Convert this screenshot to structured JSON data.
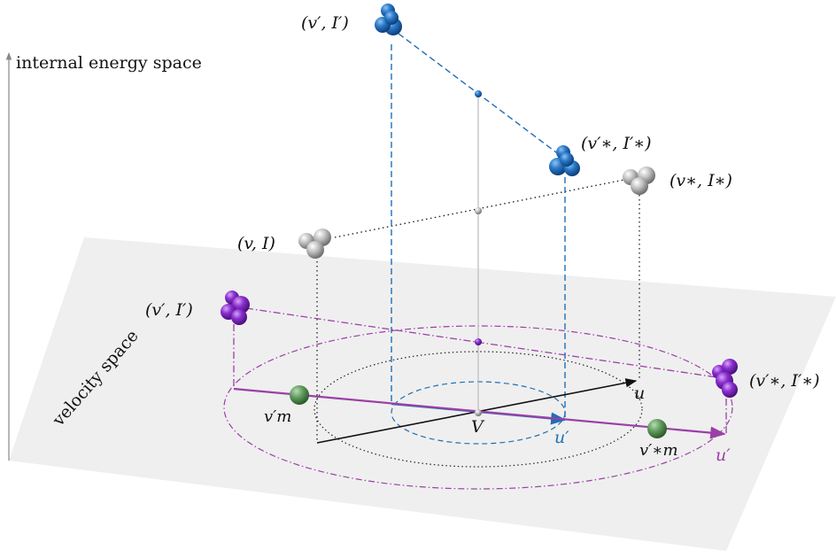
{
  "labels": {
    "axis_internal": "internal energy space",
    "axis_velocity": "velocity space",
    "pre_1": "(v, I)",
    "pre_2": "(v∗, I∗)",
    "post_1": "(v′, I′)",
    "post_2": "(v′∗, I′∗)",
    "mix_1": "(v′, I′)",
    "mix_2": "(v′∗, I′∗)",
    "center": "V",
    "u": "u",
    "u_prime_blue": "u′",
    "u_prime_purple": "u′",
    "vm": "v′m",
    "vsm": "v′∗m"
  },
  "colors": {
    "blue": "#1f6fb5",
    "purple": "#9b3fa6",
    "gray_molecule": "#b8b8b8",
    "green": "#4f8f4f",
    "plane": "#efefef"
  }
}
